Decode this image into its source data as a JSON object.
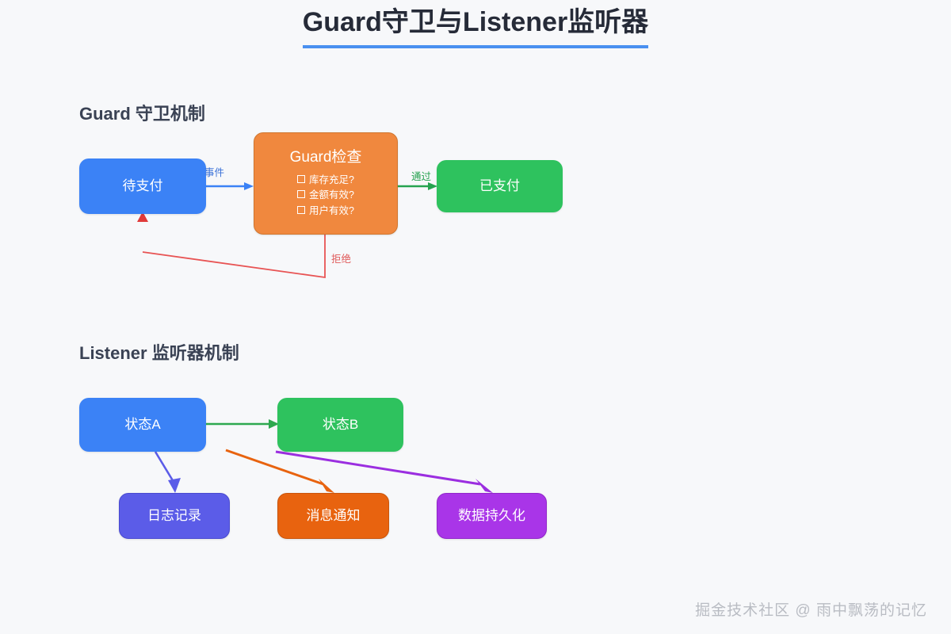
{
  "page": {
    "title": "Guard守卫与Listener监听器",
    "background_color": "#f7f8fa",
    "title_underline_color": "#4a90f0",
    "watermark": "掘金技术社区 @ 雨中飘荡的记忆"
  },
  "sections": [
    {
      "id": "guard",
      "heading": "Guard 守卫机制",
      "nodes": [
        {
          "id": "pending",
          "label": "待支付",
          "color": "#3b82f6"
        },
        {
          "id": "guard",
          "label": "Guard检查",
          "color": "#f0883e",
          "checklist": [
            "库存充足?",
            "金额有效?",
            "用户有效?"
          ]
        },
        {
          "id": "paid",
          "label": "已支付",
          "color": "#2ec25e"
        }
      ],
      "edges": [
        {
          "id": "e-event",
          "label": "事件",
          "color": "#3b72d8",
          "from": "pending",
          "to": "guard"
        },
        {
          "id": "e-pass",
          "label": "通过",
          "color": "#22a04c",
          "from": "guard",
          "to": "paid"
        },
        {
          "id": "e-reject",
          "label": "拒绝",
          "color": "#e05a5a",
          "from": "guard",
          "to": "pending"
        }
      ]
    },
    {
      "id": "listener",
      "heading": "Listener 监听器机制",
      "nodes": [
        {
          "id": "state-a",
          "label": "状态A",
          "color": "#3b82f6"
        },
        {
          "id": "state-b",
          "label": "状态B",
          "color": "#2ec25e"
        },
        {
          "id": "log",
          "label": "日志记录",
          "color": "#5b5ce8"
        },
        {
          "id": "notify",
          "label": "消息通知",
          "color": "#e8630f"
        },
        {
          "id": "persist",
          "label": "数据持久化",
          "color": "#a935e8"
        }
      ],
      "edges": [
        {
          "id": "e-a-b",
          "label": "",
          "color": "#2ea84f",
          "from": "state-a",
          "to": "state-b"
        },
        {
          "id": "e-a-log",
          "label": "",
          "color": "#5b5ce8",
          "from": "state-a",
          "to": "log"
        },
        {
          "id": "e-a-notify",
          "label": "",
          "color": "#e8630f",
          "from": "state-a",
          "to": "notify"
        },
        {
          "id": "e-b-persist",
          "label": "",
          "color": "#9b2ee0",
          "from": "state-b",
          "to": "persist"
        }
      ]
    }
  ]
}
